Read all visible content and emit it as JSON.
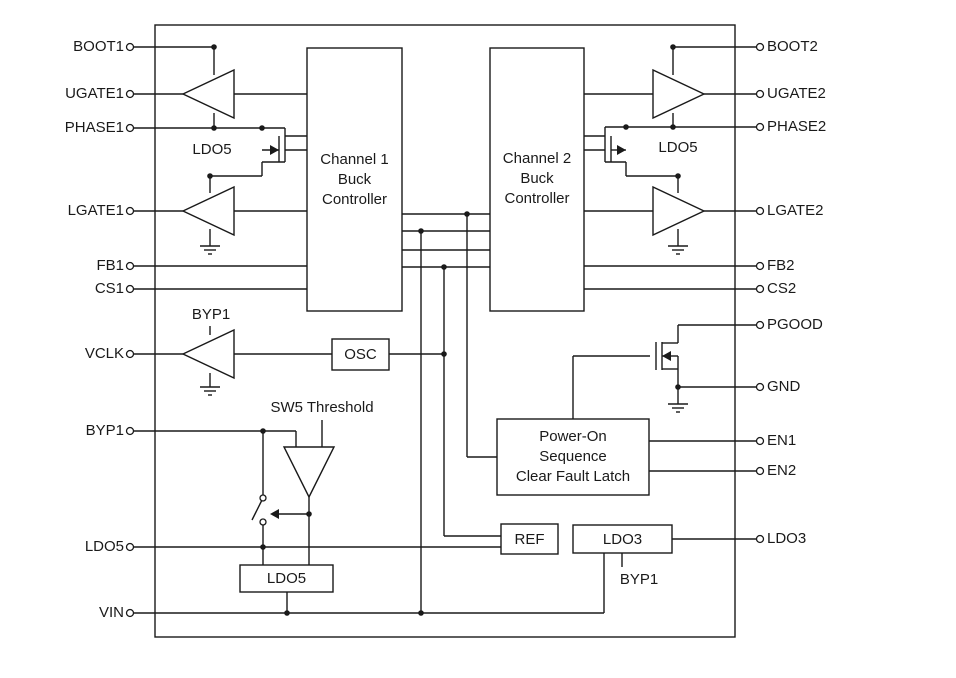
{
  "pins_left": {
    "boot1": "BOOT1",
    "ugate1": "UGATE1",
    "phase1": "PHASE1",
    "lgate1": "LGATE1",
    "fb1": "FB1",
    "cs1": "CS1",
    "vclk": "VCLK",
    "byp1": "BYP1",
    "ldo5": "LDO5",
    "vin": "VIN"
  },
  "pins_right": {
    "boot2": "BOOT2",
    "ugate2": "UGATE2",
    "phase2": "PHASE2",
    "lgate2": "LGATE2",
    "fb2": "FB2",
    "cs2": "CS2",
    "pgood": "PGOOD",
    "gnd": "GND",
    "en1": "EN1",
    "en2": "EN2",
    "ldo3": "LDO3"
  },
  "blocks": {
    "ch1": [
      "Channel 1",
      "Buck",
      "Controller"
    ],
    "ch2": [
      "Channel 2",
      "Buck",
      "Controller"
    ],
    "osc": "OSC",
    "ref": "REF",
    "ldo3": "LDO3",
    "ldo5": "LDO5",
    "power_on": [
      "Power-On",
      "Sequence",
      "Clear Fault Latch"
    ]
  },
  "labels": {
    "ldo5_left": "LDO5",
    "ldo5_right": "LDO5",
    "byp1_vclk": "BYP1",
    "sw5_threshold": "SW5 Threshold",
    "byp1_ldo3": "BYP1"
  }
}
